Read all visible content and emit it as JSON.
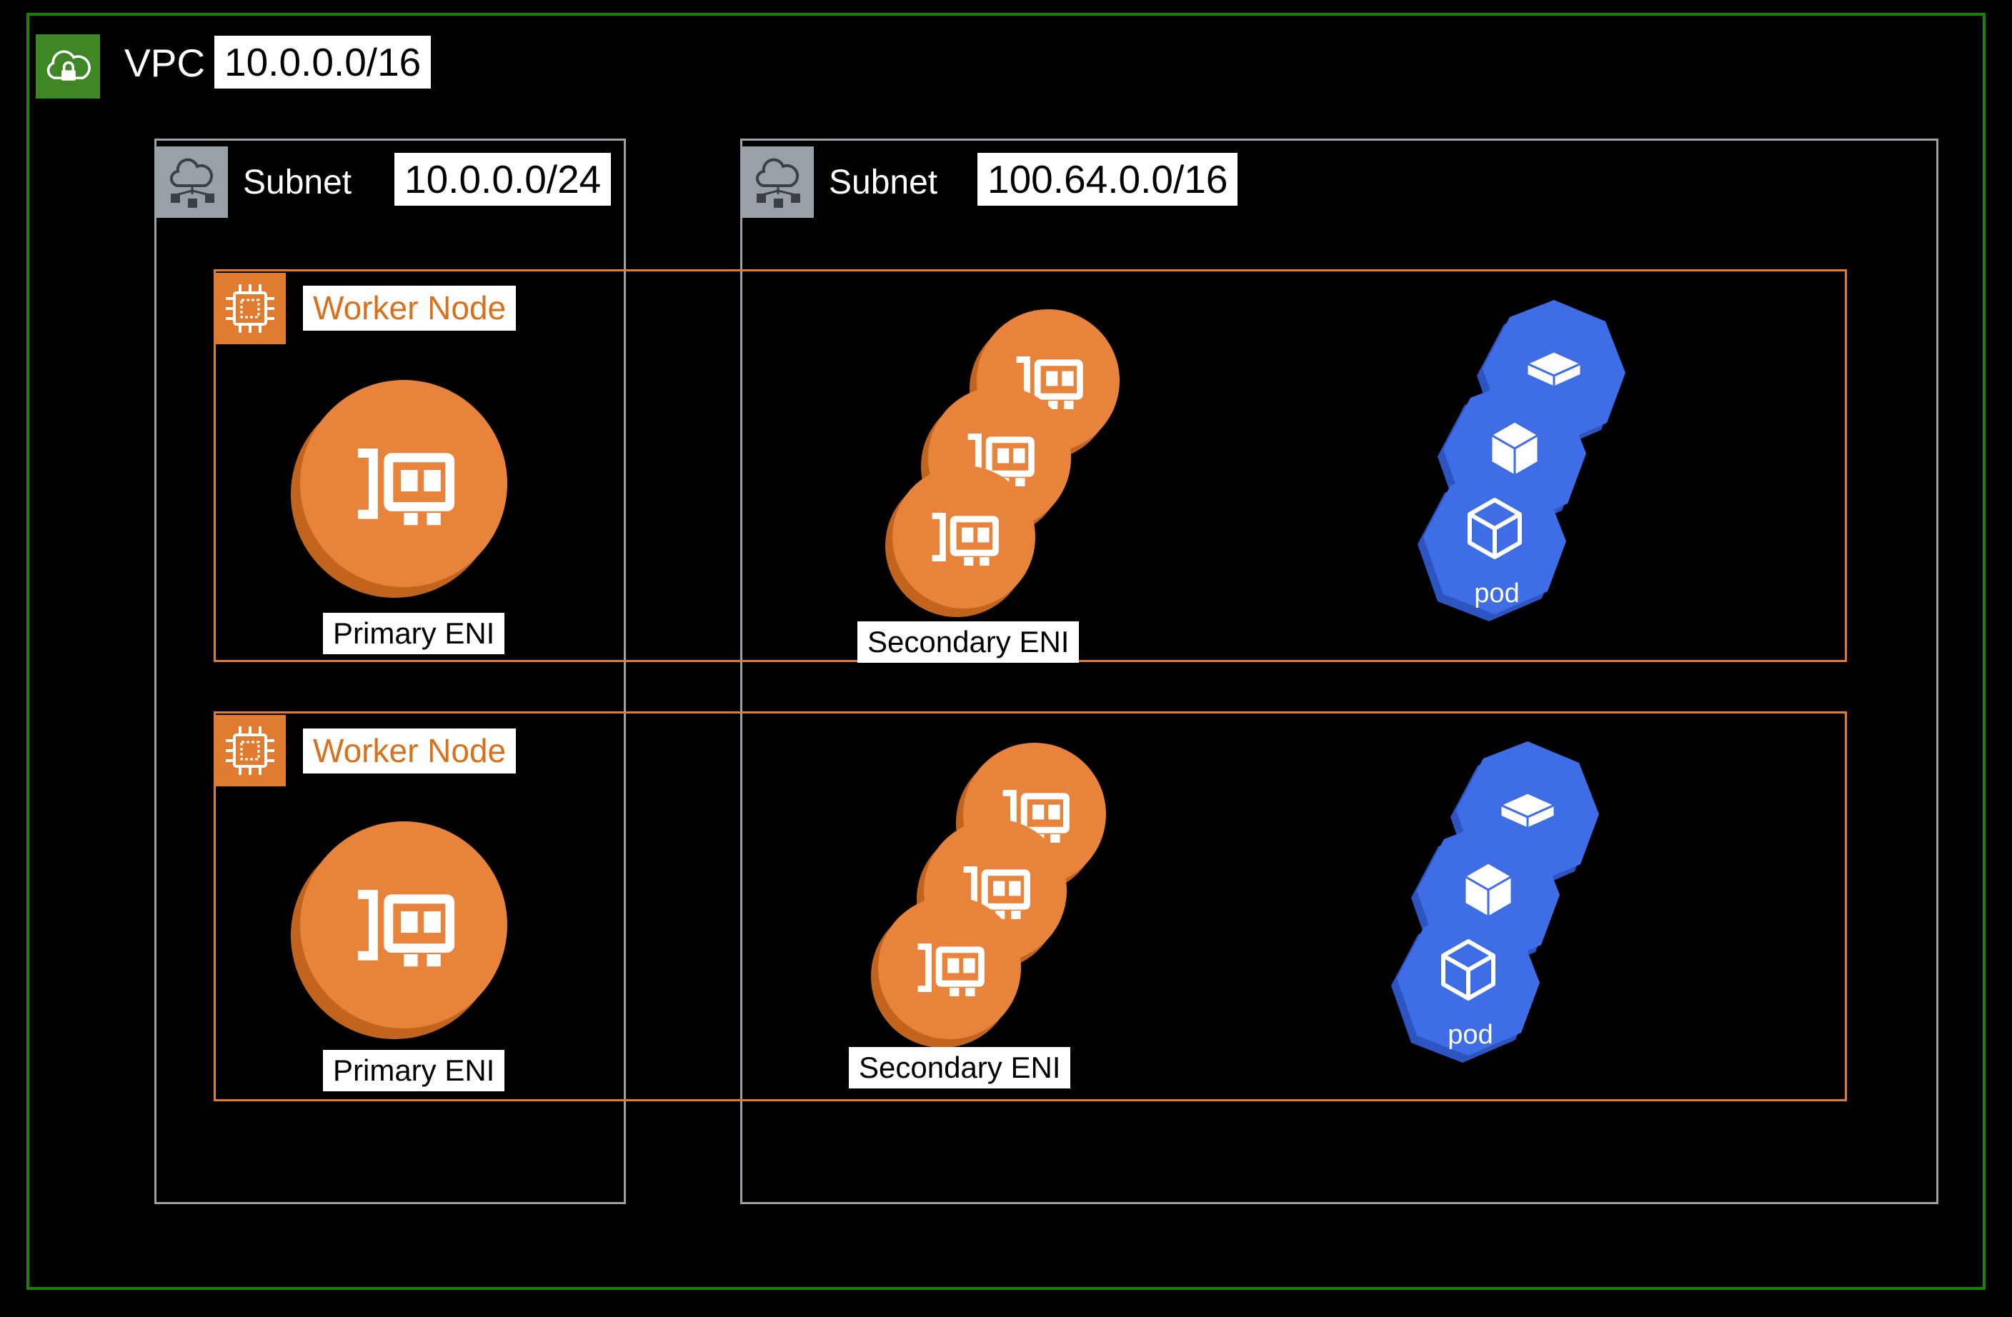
{
  "vpc": {
    "label": "VPC",
    "cidr": "10.0.0.0/16"
  },
  "subnets": [
    {
      "label": "Subnet",
      "cidr": "10.0.0.0/24"
    },
    {
      "label": "Subnet",
      "cidr": "100.64.0.0/16"
    }
  ],
  "worker_nodes": [
    {
      "label": "Worker Node",
      "primary_eni_label": "Primary ENI",
      "secondary_eni_label": "Secondary ENI",
      "secondary_eni_count": 3,
      "pod_label": "pod",
      "pod_count": 3
    },
    {
      "label": "Worker Node",
      "primary_eni_label": "Primary ENI",
      "secondary_eni_label": "Secondary ENI",
      "secondary_eni_count": 3,
      "pod_label": "pod",
      "pod_count": 3
    }
  ],
  "icons": {
    "vpc": "cloud-lock-icon",
    "subnet": "cloud-network-icon",
    "worker_node": "chip-icon",
    "eni": "network-card-icon",
    "pod": "cube-icon"
  },
  "colors": {
    "vpc_border": "#1e8102",
    "vpc_icon_bg": "#3f8624",
    "subnet_border": "#9da1a6",
    "subnet_icon_bg": "#99a0a8",
    "worker_border": "#e07b30",
    "eni_fill": "#e8833c",
    "eni_shadow": "#c2641d",
    "pod_fill": "#3e6de6",
    "pod_shadow": "#2d54c0",
    "canvas_bg": "#000000"
  }
}
